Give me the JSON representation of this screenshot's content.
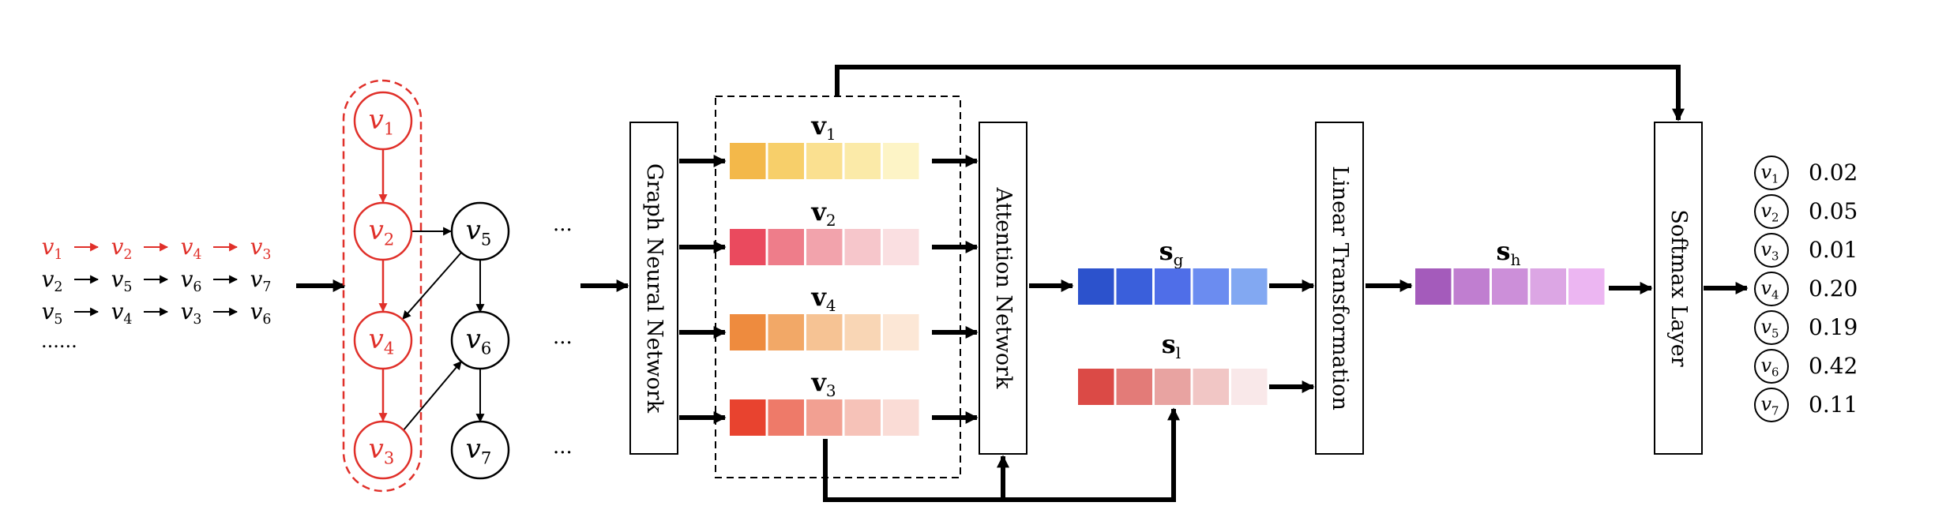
{
  "colors": {
    "red": "#e0302a",
    "black": "#000000"
  },
  "sessions": [
    {
      "items": [
        "1",
        "2",
        "4",
        "3"
      ],
      "highlight": true
    },
    {
      "items": [
        "2",
        "5",
        "6",
        "7"
      ],
      "highlight": false
    },
    {
      "items": [
        "5",
        "4",
        "3",
        "6"
      ],
      "highlight": false
    }
  ],
  "sessions_more": "......",
  "graph_nodes": [
    "1",
    "2",
    "4",
    "3",
    "5",
    "6",
    "7"
  ],
  "ellipsis": "···",
  "blocks": {
    "gnn": "Graph Neural Network",
    "attention": "Attention Network",
    "linear": "Linear Transformation",
    "softmax": "Softmax Layer"
  },
  "embeddings": [
    {
      "label": "v",
      "sub": "1",
      "colors": [
        "#f3b84a",
        "#f7cf6a",
        "#fae090",
        "#fbeaa8",
        "#fdf4c6"
      ]
    },
    {
      "label": "v",
      "sub": "2",
      "colors": [
        "#ea4a5e",
        "#ee7d8a",
        "#f2a3ac",
        "#f6c6cb",
        "#fadfe1"
      ]
    },
    {
      "label": "v",
      "sub": "4",
      "colors": [
        "#ee8b3e",
        "#f2a867",
        "#f6c394",
        "#f9d6b5",
        "#fce7d6"
      ]
    },
    {
      "label": "v",
      "sub": "3",
      "colors": [
        "#e8432f",
        "#ee7a69",
        "#f2a092",
        "#f6c2b8",
        "#fadcd6"
      ]
    }
  ],
  "sg": {
    "label": "s",
    "sub": "g",
    "colors": [
      "#2c52cc",
      "#3a5fdb",
      "#4f6ee8",
      "#6b8cf0",
      "#82a8f2"
    ]
  },
  "sl": {
    "label": "s",
    "sub": "l",
    "colors": [
      "#db4a46",
      "#e37b78",
      "#e8a3a1",
      "#f1c6c5",
      "#f9e8e9"
    ]
  },
  "sh": {
    "label": "s",
    "sub": "h",
    "colors": [
      "#a45bbb",
      "#c07ed0",
      "#cc8fd9",
      "#dca6e4",
      "#ecb6f2"
    ]
  },
  "scores": [
    {
      "item": "1",
      "value": "0.02"
    },
    {
      "item": "2",
      "value": "0.05"
    },
    {
      "item": "3",
      "value": "0.01"
    },
    {
      "item": "4",
      "value": "0.20"
    },
    {
      "item": "5",
      "value": "0.19"
    },
    {
      "item": "6",
      "value": "0.42"
    },
    {
      "item": "7",
      "value": "0.11"
    }
  ]
}
